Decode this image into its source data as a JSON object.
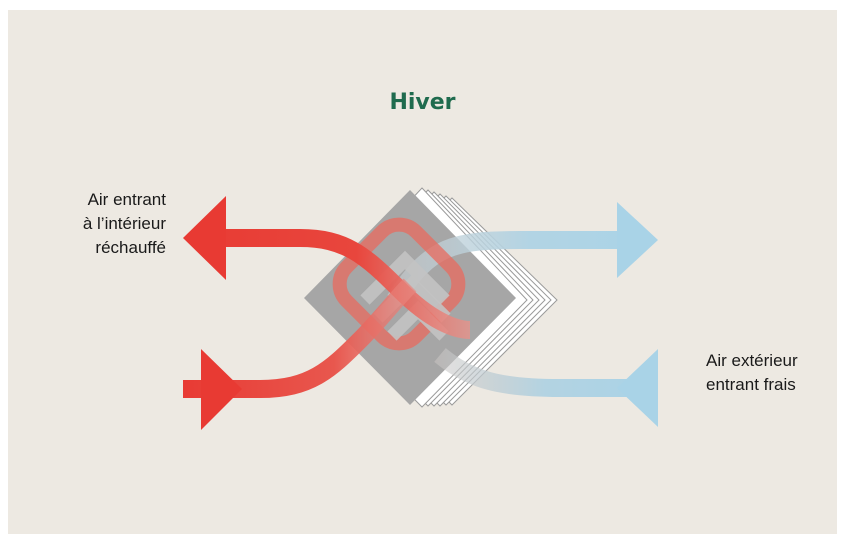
{
  "title": "Hiver",
  "labels": {
    "indoor": [
      "Air entrant",
      "à l’intérieur",
      "réchauffé"
    ],
    "outdoor": [
      "Air extérieur",
      "entrant frais"
    ]
  },
  "colors": {
    "background": "#ede9e2",
    "title": "#1f6b4e",
    "warm_air": "#e83a33",
    "cold_air": "#a9d3e7",
    "exchanger": "#a6a6a6"
  }
}
